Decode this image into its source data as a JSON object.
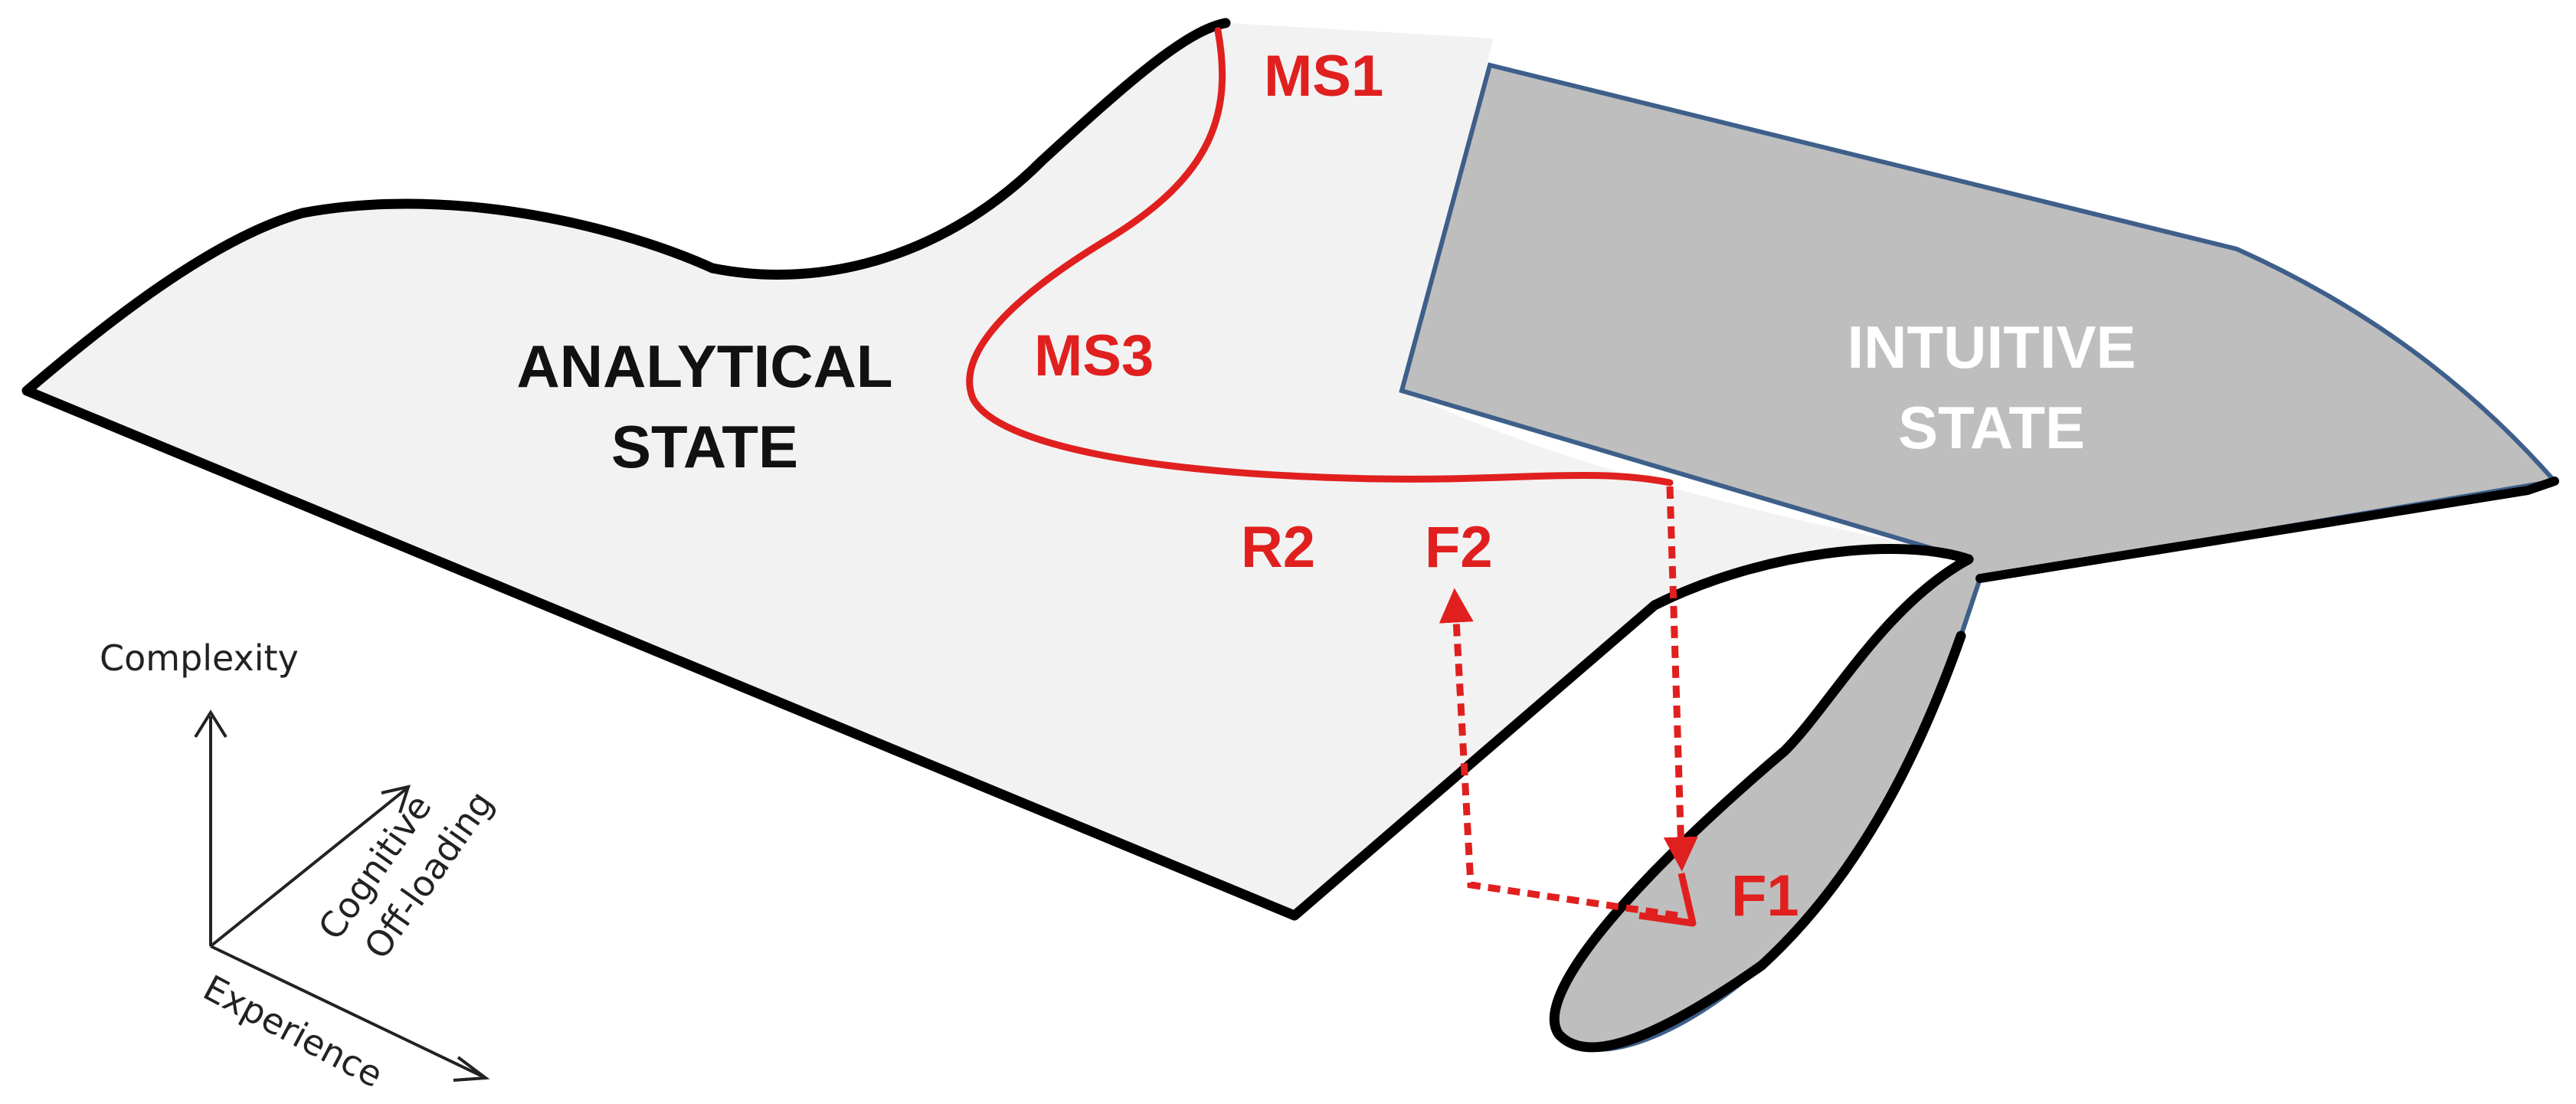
{
  "labels": {
    "analytical_line1": "ANALYTICAL",
    "analytical_line2": "STATE",
    "intuitive_line1": "INTUITIVE",
    "intuitive_line2": "STATE",
    "ms1": "MS1",
    "ms3": "MS3",
    "r2": "R2",
    "f2": "F2",
    "f1": "F1"
  },
  "axes": {
    "complexity": "Complexity",
    "cognitive_line1": "Cognitive",
    "cognitive_line2": "Off-loading",
    "experience": "Experience"
  },
  "colors": {
    "analytical_fill": "#f2f2f2",
    "intuitive_fill": "#bebebe",
    "edge": "#000000",
    "intuitive_edge": "#3e5f8a",
    "path": "#e0201f"
  },
  "icons": [
    "arrowhead-icon"
  ]
}
